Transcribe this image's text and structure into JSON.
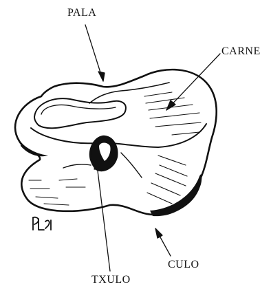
{
  "labels": {
    "top": "PALA",
    "right": "CARNE",
    "bottom_right": "CULO",
    "bottom": "TXULO"
  },
  "signature": "PL 91",
  "colors": {
    "ink": "#111111",
    "paper": "#ffffff"
  }
}
